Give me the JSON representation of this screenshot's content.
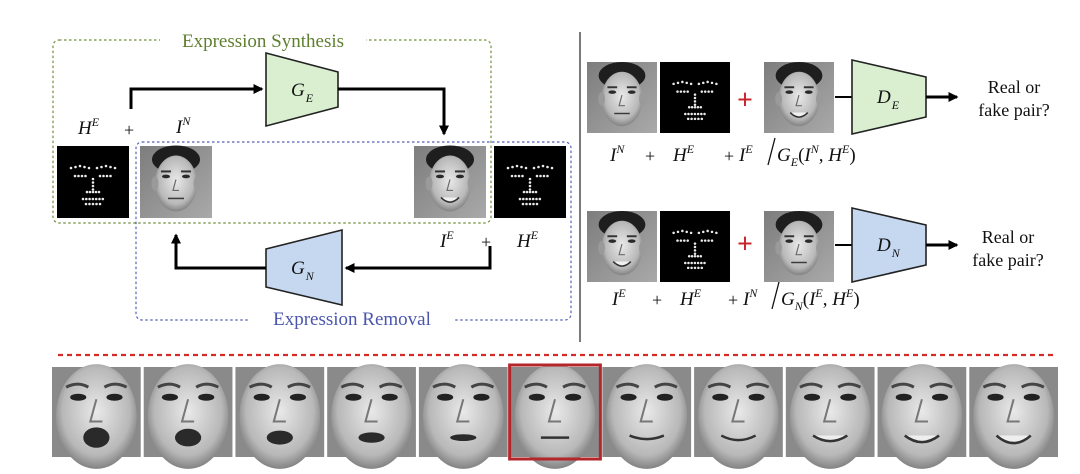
{
  "synthesis": {
    "title": "Expression Synthesis",
    "generator": {
      "base": "G",
      "sub": "E"
    },
    "inputs": [
      {
        "base": "H",
        "sup": "E"
      },
      {
        "base": "I",
        "sup": "N"
      }
    ],
    "plus": "+"
  },
  "removal": {
    "title": "Expression Removal",
    "generator": {
      "base": "G",
      "sub": "N"
    },
    "inputs": [
      {
        "base": "I",
        "sup": "E"
      },
      {
        "base": "H",
        "sup": "E"
      }
    ],
    "plus": "+"
  },
  "disc_e": {
    "name": {
      "base": "D",
      "sub": "E"
    },
    "question_line1": "Real or",
    "question_line2": "fake pair?",
    "caption": {
      "t1": {
        "base": "I",
        "sup": "N"
      },
      "t2": {
        "base": "H",
        "sup": "E"
      },
      "t3": {
        "base": "I",
        "sup": "E"
      },
      "g_base": "G",
      "g_sub": "E",
      "args": [
        {
          "base": "I",
          "sup": "N"
        },
        {
          "base": "H",
          "sup": "E"
        }
      ]
    }
  },
  "disc_n": {
    "name": {
      "base": "D",
      "sub": "N"
    },
    "question_line1": "Real or",
    "question_line2": "fake pair?",
    "caption": {
      "t1": {
        "base": "I",
        "sup": "E"
      },
      "t2": {
        "base": "H",
        "sup": "E"
      },
      "t3": {
        "base": "I",
        "sup": "N"
      },
      "g_base": "G",
      "g_sub": "N",
      "args": [
        {
          "base": "I",
          "sup": "E"
        },
        {
          "base": "H",
          "sup": "E"
        }
      ]
    }
  },
  "strip": {
    "count": 11,
    "highlight_index": 5,
    "mouth_open": [
      0.9,
      0.75,
      0.55,
      0.35,
      0.15,
      0.0,
      0.0,
      0.0,
      0.0,
      0.0,
      0.0
    ],
    "smile": [
      0.0,
      0.0,
      0.0,
      0.0,
      0.0,
      0.0,
      0.2,
      0.4,
      0.6,
      0.8,
      1.0
    ]
  },
  "colors": {
    "synthesis_border": "#6f8f3c",
    "synthesis_title": "#5f7f2f",
    "removal_border": "#5561b8",
    "removal_title": "#4a56ad",
    "green_fill": "#d9efd0",
    "blue_fill": "#c6d7f0",
    "red_plus": "#c8262c",
    "strip_highlight": "#b3262a",
    "dashed_separator": "#d42a2a"
  }
}
